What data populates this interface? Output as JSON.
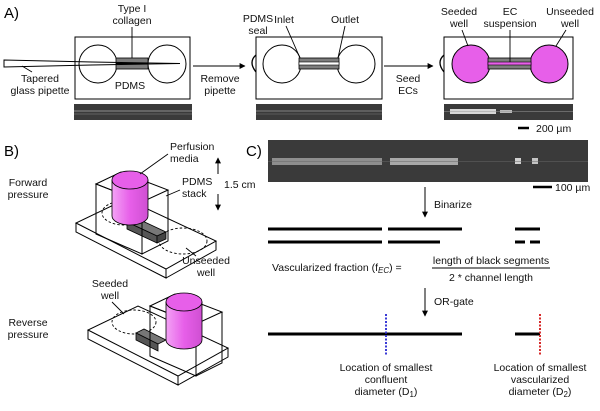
{
  "panels": {
    "a": "A)",
    "b": "B)",
    "c": "C)"
  },
  "panel_a": {
    "labels": {
      "tapered_pipette": [
        "Tapered",
        "glass pipette"
      ],
      "collagen": [
        "Type I",
        "collagen"
      ],
      "pdms": "PDMS",
      "remove_pipette": [
        "Remove",
        "pipette"
      ],
      "pdms_seal": [
        "PDMS",
        "seal"
      ],
      "inlet": "Inlet",
      "outlet": "Outlet",
      "seed_ecs": [
        "Seed",
        "ECs"
      ],
      "seeded_well": [
        "Seeded",
        "well"
      ],
      "ec_suspension": [
        "EC",
        "suspension"
      ],
      "unseeded_well": [
        "Unseeded",
        "well"
      ],
      "scale_bar": "200 µm"
    }
  },
  "panel_b": {
    "labels": {
      "perfusion_media": [
        "Perfusion",
        "media"
      ],
      "pdms_stack": [
        "PDMS",
        "stack"
      ],
      "height": "1.5 cm",
      "forward_pressure": [
        "Forward",
        "pressure"
      ],
      "unseeded_well": [
        "Unseeded",
        "well"
      ],
      "seeded_well": [
        "Seeded",
        "well"
      ],
      "reverse_pressure": [
        "Reverse",
        "pressure"
      ]
    }
  },
  "panel_c": {
    "labels": {
      "scale_bar": "100 µm",
      "binarize": "Binarize",
      "fraction_prefix": "Vascularized fraction (f",
      "fraction_sub": "EC",
      "fraction_eq": ") =",
      "fraction_numerator": "length of black segments",
      "fraction_denominator": "2 * channel length",
      "or_gate": "OR-gate",
      "d1_label": [
        "Location of smallest",
        "confluent",
        "diameter (D",
        "1",
        ")"
      ],
      "d2_label": [
        "Location of smallest",
        "vascularized",
        "diameter (D",
        "2",
        ")"
      ]
    }
  },
  "colors": {
    "magenta": "#e75fe9",
    "magenta_stroke": "#b03db5",
    "d1_marker": "#3b3bd6",
    "d2_marker": "#d62a2a",
    "micrograph": "#3a3a3a"
  }
}
